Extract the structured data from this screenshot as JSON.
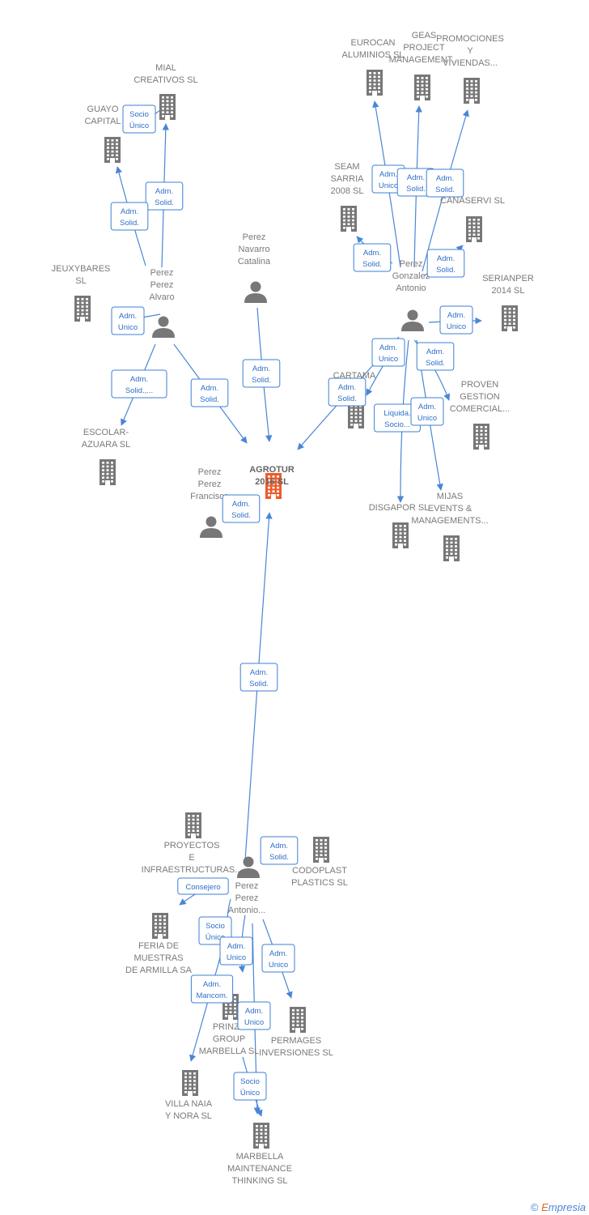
{
  "nodes": [
    {
      "id": "agrotur",
      "type": "company",
      "main": true,
      "label": [
        "AGROTUR",
        "2016  SL"
      ]
    },
    {
      "id": "mial",
      "type": "company",
      "label": [
        "MIAL",
        "CREATIVOS  SL"
      ]
    },
    {
      "id": "guayo",
      "type": "company",
      "label": [
        "GUAYO",
        "CAPITAL"
      ]
    },
    {
      "id": "jeuxybares",
      "type": "company",
      "label": [
        "JEUXYBARES",
        "SL"
      ]
    },
    {
      "id": "escolar",
      "type": "company",
      "label": [
        "ESCOLAR-",
        "AZUARA SL"
      ]
    },
    {
      "id": "eurocan",
      "type": "company",
      "label": [
        "EUROCAN",
        "ALUMINIOS SL"
      ]
    },
    {
      "id": "geas",
      "type": "company",
      "label": [
        "GEAS",
        "PROJECT",
        "MANAGEMENT..."
      ]
    },
    {
      "id": "promociones",
      "type": "company",
      "label": [
        "PROMOCIONES",
        "Y",
        "VIVIENDAS..."
      ]
    },
    {
      "id": "seam",
      "type": "company",
      "label": [
        "SEAM",
        "SARRIA",
        "2008 SL"
      ]
    },
    {
      "id": "canaservi",
      "type": "company",
      "label": [
        "CANASERVI SL"
      ]
    },
    {
      "id": "serianper",
      "type": "company",
      "label": [
        "SERIANPER",
        "2014  SL"
      ]
    },
    {
      "id": "cartama",
      "type": "company",
      "label": [
        "CARTAMA",
        "SL"
      ]
    },
    {
      "id": "proven",
      "type": "company",
      "label": [
        "PROVEN",
        "GESTION",
        "COMERCIAL..."
      ]
    },
    {
      "id": "disgapor",
      "type": "company",
      "label": [
        "DISGAPOR SL"
      ]
    },
    {
      "id": "mijas",
      "type": "company",
      "label": [
        "MIJAS",
        "EVENTS &",
        "MANAGEMENTS..."
      ]
    },
    {
      "id": "proyectos",
      "type": "company",
      "label": [
        "PROYECTOS",
        "E",
        "INFRAESTRUCTURAS..."
      ]
    },
    {
      "id": "codoplast",
      "type": "company",
      "label": [
        "CODOPLAST",
        "PLASTICS  SL"
      ]
    },
    {
      "id": "feria",
      "type": "company",
      "label": [
        "FERIA DE",
        "MUESTRAS",
        "DE ARMILLA SA"
      ]
    },
    {
      "id": "prinza",
      "type": "company",
      "label": [
        "PRINZA",
        "GROUP",
        "MARBELLA  SL"
      ]
    },
    {
      "id": "permages",
      "type": "company",
      "label": [
        "PERMAGES",
        "INVERSIONES SL"
      ]
    },
    {
      "id": "villanaia",
      "type": "company",
      "label": [
        "VILLA NAIA",
        "Y NORA  SL"
      ]
    },
    {
      "id": "marbella",
      "type": "company",
      "label": [
        "MARBELLA",
        "MAINTENANCE",
        "THINKING  SL"
      ]
    },
    {
      "id": "alvaro",
      "type": "person",
      "label": [
        "Perez",
        "Perez",
        "Alvaro"
      ]
    },
    {
      "id": "catalina",
      "type": "person",
      "label": [
        "Perez",
        "Navarro",
        "Catalina"
      ]
    },
    {
      "id": "gonzalez",
      "type": "person",
      "label": [
        "Perez",
        "Gonzalez",
        "Antonio"
      ]
    },
    {
      "id": "francisca",
      "type": "person",
      "label": [
        "Perez",
        "Perez",
        "Francisca"
      ]
    },
    {
      "id": "antonio",
      "type": "person",
      "label": [
        "Perez",
        "Perez",
        "Antonio..."
      ]
    }
  ],
  "edges": [
    {
      "from": "alvaro",
      "to": "mial",
      "label": [
        "Adm.",
        "Solid."
      ]
    },
    {
      "from": "alvaro",
      "to": "guayo",
      "label": [
        "Adm.",
        "Solid."
      ]
    },
    {
      "from": "guayo",
      "to": "mial",
      "label": [
        "Socio",
        "Único"
      ]
    },
    {
      "from": "alvaro",
      "to": "escolar",
      "label": [
        "Adm.",
        "Solid.,..."
      ]
    },
    {
      "from": "alvaro",
      "to": "agrotur",
      "label": [
        "Adm.",
        "Solid."
      ]
    },
    {
      "from": "alvaro",
      "to": "jeuxybares",
      "label": [
        "Adm.",
        "Unico"
      ]
    },
    {
      "from": "catalina",
      "to": "agrotur",
      "label": [
        "Adm.",
        "Solid."
      ]
    },
    {
      "from": "gonzalez",
      "to": "agrotur",
      "label": [
        "Adm.",
        "Solid."
      ]
    },
    {
      "from": "gonzalez",
      "to": "eurocan",
      "label": [
        "Adm.",
        "Unico"
      ]
    },
    {
      "from": "gonzalez",
      "to": "geas",
      "label": [
        "Adm.",
        "Solid."
      ]
    },
    {
      "from": "gonzalez",
      "to": "promociones",
      "label": [
        "Adm.",
        "Solid."
      ]
    },
    {
      "from": "gonzalez",
      "to": "seam",
      "label": [
        "Adm.",
        "Solid."
      ]
    },
    {
      "from": "gonzalez",
      "to": "canaservi",
      "label": [
        "Adm.",
        "Solid."
      ]
    },
    {
      "from": "gonzalez",
      "to": "serianper",
      "label": [
        "Adm.",
        "Unico"
      ]
    },
    {
      "from": "gonzalez",
      "to": "cartama",
      "label": [
        "Adm.",
        "Unico"
      ]
    },
    {
      "from": "gonzalez",
      "to": "proven",
      "label": [
        "Adm.",
        "Solid."
      ]
    },
    {
      "from": "gonzalez",
      "to": "disgapor",
      "label": [
        "Liquida.",
        "Socio..."
      ]
    },
    {
      "from": "gonzalez",
      "to": "mijas",
      "label": [
        "Adm.",
        "Unico"
      ]
    },
    {
      "from": "francisca",
      "to": "agrotur",
      "label": [
        "Adm.",
        "Solid."
      ]
    },
    {
      "from": "antonio",
      "to": "agrotur",
      "label": [
        "Adm.",
        "Solid."
      ]
    },
    {
      "from": "antonio",
      "to": "codoplast",
      "label": [
        "Adm.",
        "Solid."
      ]
    },
    {
      "from": "antonio",
      "to": "proyectos",
      "label": [
        "Consejero"
      ]
    },
    {
      "from": "antonio",
      "to": "feria",
      "label": [
        "Socio",
        "Único"
      ]
    },
    {
      "from": "antonio",
      "to": "prinza",
      "label": [
        "Adm.",
        "Unico"
      ]
    },
    {
      "from": "antonio",
      "to": "permages",
      "label": [
        "Adm.",
        "Unico"
      ]
    },
    {
      "from": "antonio",
      "to": "villanaia",
      "label": [
        "Adm.",
        "Mancom."
      ]
    },
    {
      "from": "antonio",
      "to": "marbella",
      "label": [
        "Adm.",
        "Unico"
      ]
    },
    {
      "from": "prinza",
      "to": "marbella",
      "label": [
        "Socio",
        "Único"
      ]
    }
  ],
  "footer": {
    "copyright": "©",
    "brand_first": "E",
    "brand_rest": "mpresia"
  },
  "colors": {
    "edge": "#4a86d6",
    "building": "#777777",
    "main_building": "#f05a28",
    "person": "#777777"
  }
}
